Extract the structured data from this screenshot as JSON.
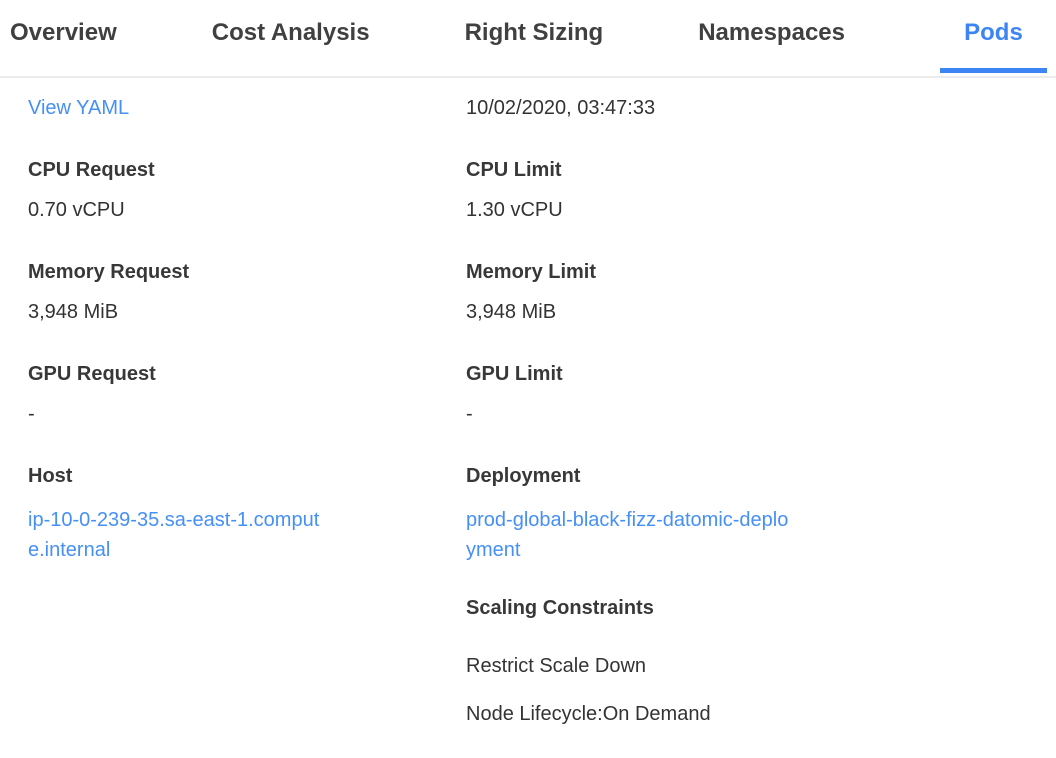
{
  "colors": {
    "accent": "#3d84f5",
    "link": "#4590f6",
    "tab_inactive": "#404040",
    "label_text": "#383838",
    "value_text": "#333333",
    "tabbar_border": "#ececec"
  },
  "tabs": [
    {
      "label": "Overview",
      "active": false
    },
    {
      "label": "Cost Analysis",
      "active": false
    },
    {
      "label": "Right Sizing",
      "active": false
    },
    {
      "label": "Namespaces",
      "active": false
    },
    {
      "label": "Pods",
      "active": true
    }
  ],
  "panel": {
    "view_yaml_label": "View YAML",
    "timestamp": "10/02/2020, 03:47:33",
    "left_fields": [
      {
        "label": "CPU Request",
        "value": "0.70 vCPU"
      },
      {
        "label": "Memory Request",
        "value": "3,948 MiB"
      },
      {
        "label": "GPU Request",
        "value": "-"
      }
    ],
    "right_fields": [
      {
        "label": "CPU Limit",
        "value": "1.30 vCPU"
      },
      {
        "label": "Memory Limit",
        "value": "3,948 MiB"
      },
      {
        "label": "GPU Limit",
        "value": "-"
      }
    ],
    "host": {
      "label": "Host",
      "value": "ip-10-0-239-35.sa-east-1.compute.internal"
    },
    "deployment": {
      "label": "Deployment",
      "value": "prod-global-black-fizz-datomic-deployment"
    },
    "scaling": {
      "label": "Scaling Constraints",
      "items": [
        "Restrict Scale Down",
        "Node Lifecycle:On Demand"
      ]
    }
  }
}
